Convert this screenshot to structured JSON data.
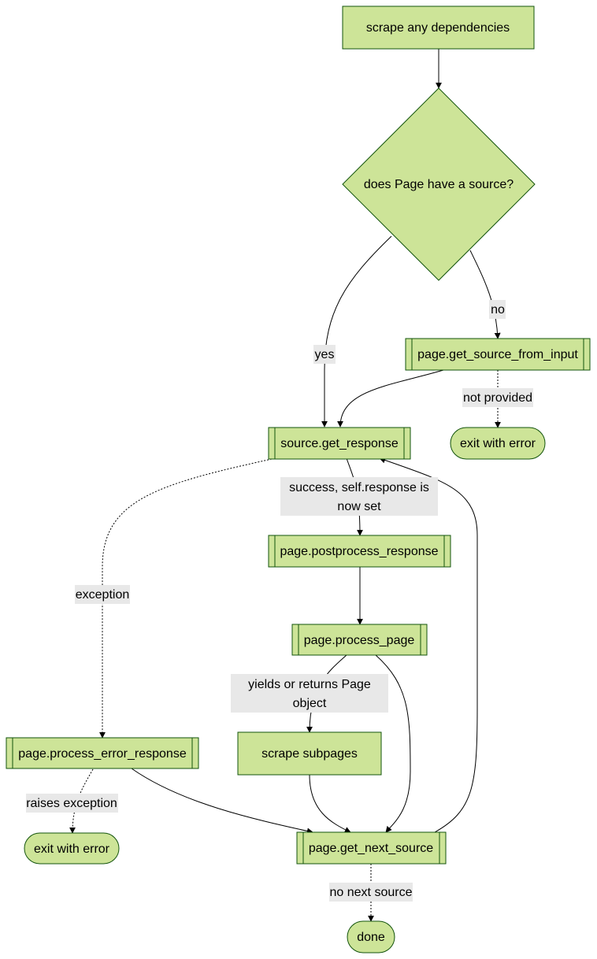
{
  "nodes": {
    "scrape_deps": "scrape any dependencies",
    "has_source": "does Page have a source?",
    "get_source_input": "page.get_source_from_input",
    "get_response": "source.get_response",
    "exit_error_top": "exit with error",
    "postprocess": "page.postprocess_response",
    "process_page": "page.process_page",
    "process_error": "page.process_error_response",
    "scrape_subpages": "scrape subpages",
    "exit_error_bottom": "exit with error",
    "get_next_source": "page.get_next_source",
    "done": "done"
  },
  "edge_labels": {
    "yes": "yes",
    "no": "no",
    "not_provided": "not provided",
    "success_line1": "success, self.response is",
    "success_line2": "now set",
    "exception": "exception",
    "yields_line1": "yields or returns Page",
    "yields_line2": "object",
    "raises": "raises exception",
    "no_next": "no next source"
  },
  "colors": {
    "node_fill": "#cde498",
    "node_stroke": "#13540c",
    "label_bg": "#e8e8e8"
  }
}
